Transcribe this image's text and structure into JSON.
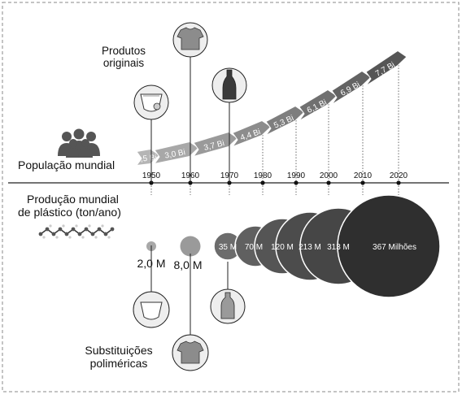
{
  "labels": {
    "produtos_originais_line1": "Produtos",
    "produtos_originais_line2": "originais",
    "populacao": "População mundial",
    "producao_line1": "Produção mundial",
    "producao_line2": "de plástico (ton/ano)",
    "substituicoes_line1": "Substituições",
    "substituicoes_line2": "poliméricas"
  },
  "years": [
    "1950",
    "1960",
    "1970",
    "1980",
    "1990",
    "2000",
    "2010",
    "2020"
  ],
  "population": [
    "2,5 Bi",
    "3,0 Bi",
    "3,7 Bi",
    "4,4 Bi",
    "5,3 Bi",
    "6,1 Bi",
    "6,9 Bi",
    "7,7 Bi"
  ],
  "plastic": [
    "2,0 M",
    "8,0 M",
    "35 M",
    "70 M",
    "120 M",
    "213 M",
    "313 M",
    "367 Milhões"
  ],
  "colors": {
    "frame": "#888888",
    "axis": "#222222",
    "arrow_dark": "#5a5a5a",
    "arrow_light": "#a8a8a8",
    "bubble_dark": "#3a3a3a",
    "bubble_light": "#9a9a9a",
    "icon_fill": "#e8e8e8"
  },
  "icons": {
    "original_products": [
      "diaper-icon",
      "tshirt-icon",
      "soda-bottle-icon"
    ],
    "polymer_substitutes": [
      "plastic-diaper-icon",
      "plastic-tshirt-icon",
      "pet-bottle-icon"
    ],
    "population_icon": "people-group-icon",
    "plastic_icon": "polymer-chain-icon"
  }
}
